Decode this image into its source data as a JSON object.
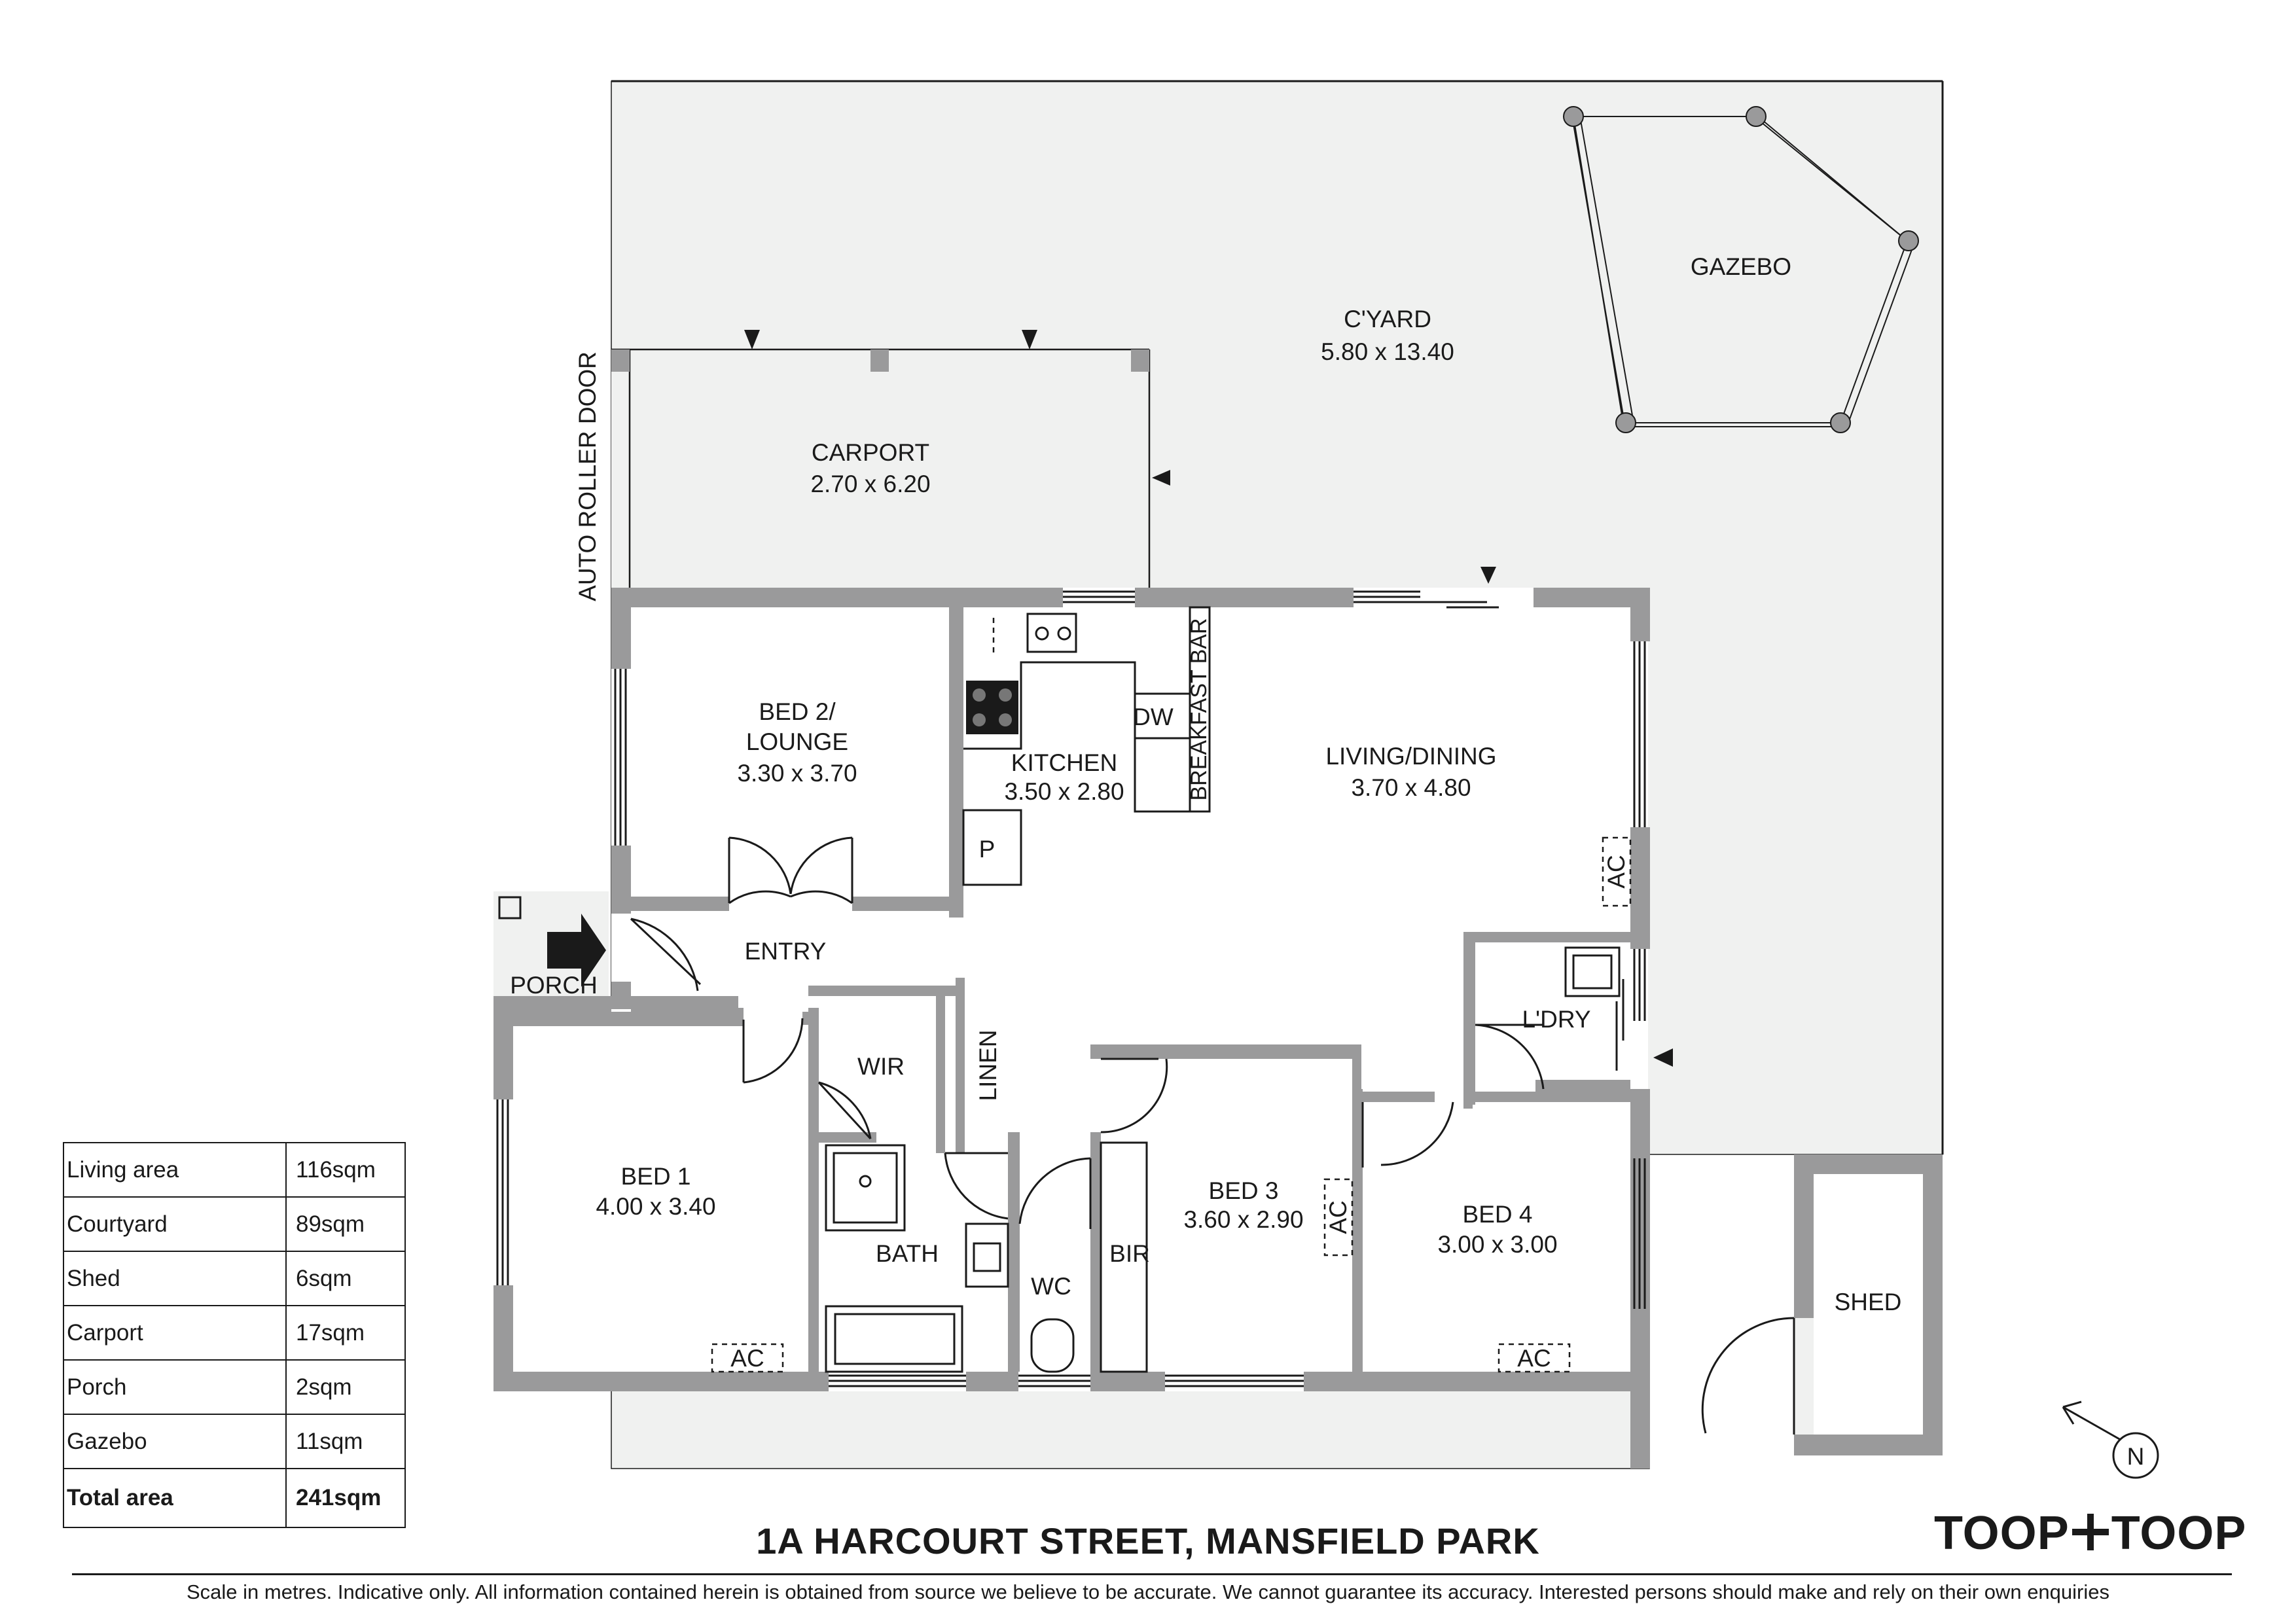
{
  "rooms": {
    "cyard": {
      "name": "C'YARD",
      "dims": "5.80 x 13.40"
    },
    "gazebo": {
      "name": "GAZEBO"
    },
    "carport": {
      "name": "CARPORT",
      "dims": "2.70 x 6.20"
    },
    "auto_roller_door": "AUTO ROLLER DOOR",
    "bed2": {
      "name_line1": "BED 2/",
      "name_line2": "LOUNGE",
      "dims": "3.30 x 3.70"
    },
    "kitchen": {
      "name": "KITCHEN",
      "dims": "3.50 x 2.80"
    },
    "living": {
      "name": "LIVING/DINING",
      "dims": "3.70 x 4.80"
    },
    "entry": {
      "name": "ENTRY"
    },
    "porch": {
      "name": "PORCH"
    },
    "wir": {
      "name": "WIR"
    },
    "linen": {
      "name": "LINEN"
    },
    "bed1": {
      "name": "BED 1",
      "dims": "4.00 x 3.40"
    },
    "bath": {
      "name": "BATH"
    },
    "wc": {
      "name": "WC"
    },
    "bir": {
      "name": "BIR"
    },
    "bed3": {
      "name": "BED 3",
      "dims": "3.60 x 2.90"
    },
    "bed4": {
      "name": "BED 4",
      "dims": "3.00 x 3.00"
    },
    "laundry": {
      "name": "L'DRY"
    },
    "shed": {
      "name": "SHED"
    }
  },
  "fixtures": {
    "dishwasher": "DW",
    "breakfast_bar": "BREAKFAST BAR",
    "pantry": "P",
    "ac": "AC"
  },
  "compass": {
    "label": "N"
  },
  "area_table": [
    {
      "label": "Living area",
      "value": "116sqm"
    },
    {
      "label": "Courtyard",
      "value": "89sqm"
    },
    {
      "label": "Shed",
      "value": "6sqm"
    },
    {
      "label": "Carport",
      "value": "17sqm"
    },
    {
      "label": "Porch",
      "value": "2sqm"
    },
    {
      "label": "Gazebo",
      "value": "11sqm"
    },
    {
      "label": "Total area",
      "value": "241sqm"
    }
  ],
  "address": "1A HARCOURT STREET, MANSFIELD PARK",
  "brand": {
    "left": "TOOP",
    "right": "TOOP"
  },
  "disclaimer": "Scale in metres. Indicative only. All information contained herein is obtained from source we believe to be accurate. We cannot guarantee its accuracy. Interested persons should make and rely on their own enquiries"
}
